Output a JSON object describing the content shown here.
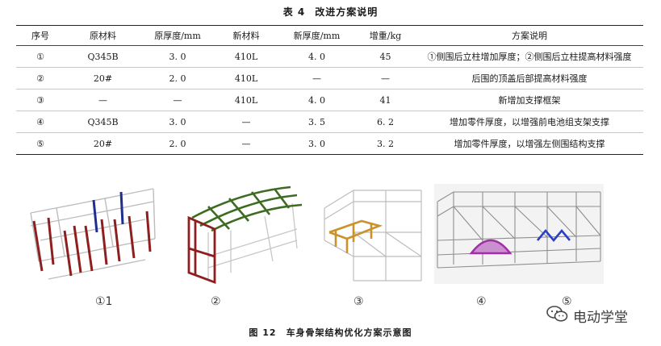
{
  "table": {
    "number": "表 4",
    "title": "改进方案说明",
    "headers": [
      "序号",
      "原材料",
      "原厚度/mm",
      "新材料",
      "新厚度/mm",
      "增重/kg",
      "方案说明"
    ],
    "rows": [
      [
        "①",
        "Q345B",
        "3. 0",
        "410L",
        "4. 0",
        "45",
        "①侧围后立柱增加厚度；②侧围后立柱提高材料强度"
      ],
      [
        "②",
        "20#",
        "2. 0",
        "410L",
        "—",
        "—",
        "后围的顶盖后部提高材料强度"
      ],
      [
        "③",
        "—",
        "—",
        "410L",
        "4. 0",
        "41",
        "新增加支撑框架"
      ],
      [
        "④",
        "Q345B",
        "3. 0",
        "—",
        "3. 5",
        "6. 2",
        "增加零件厚度，以增强前电池组支架支撑"
      ],
      [
        "⑤",
        "20#",
        "2. 0",
        "—",
        "3. 0",
        "3. 2",
        "增加零件厚度，以增强左侧围结构支撑"
      ]
    ]
  },
  "figures": {
    "labels": [
      "①1",
      "②",
      "③",
      "④",
      "⑤"
    ]
  },
  "caption": {
    "number": "图 12",
    "title": "车身骨架结构优化方案示意图"
  },
  "watermark": {
    "text": "电动学堂",
    "icon": "wechat-icon"
  },
  "colors": {
    "frame_gray": "#b9b9b9",
    "dark_red": "#8e1f1f",
    "navy_blue": "#1f2f8f",
    "green": "#3d6b22",
    "orange": "#c9922a",
    "magenta": "#a12fa6",
    "blue": "#2a3fc7"
  }
}
